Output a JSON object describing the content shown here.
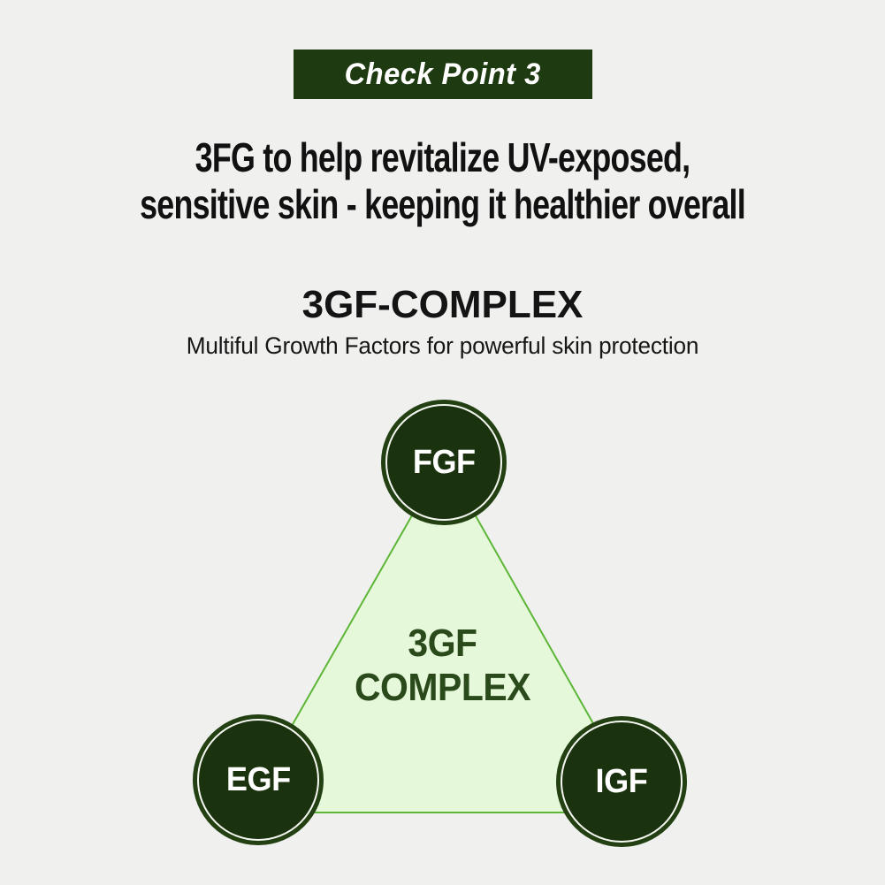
{
  "badge": {
    "label": "Check Point 3"
  },
  "headline": {
    "line1": "3FG to help revitalize UV-exposed,",
    "line2": "sensitive skin - keeping it healthier overall"
  },
  "section": {
    "title": "3GF-COMPLEX",
    "subtitle": "Multiful Growth Factors for powerful skin protection"
  },
  "diagram": {
    "center_label_line1": "3GF",
    "center_label_line2": "COMPLEX",
    "nodes": [
      {
        "id": "fgf",
        "label": "FGF",
        "position": "top"
      },
      {
        "id": "egf",
        "label": "EGF",
        "position": "bottom-left"
      },
      {
        "id": "igf",
        "label": "IGF",
        "position": "bottom-right"
      }
    ]
  },
  "colors": {
    "background": "#f0f0ee",
    "banner_green": "#1e3a10",
    "circle_band": "#234013",
    "circle_fill": "#1a320e",
    "ring_white": "#f5f8f2",
    "triangle_fill": "#e6f8da",
    "triangle_border": "#5cb637",
    "center_text_green": "#2a4a1b",
    "headline_text": "#111111",
    "label_text": "#ffffff"
  }
}
